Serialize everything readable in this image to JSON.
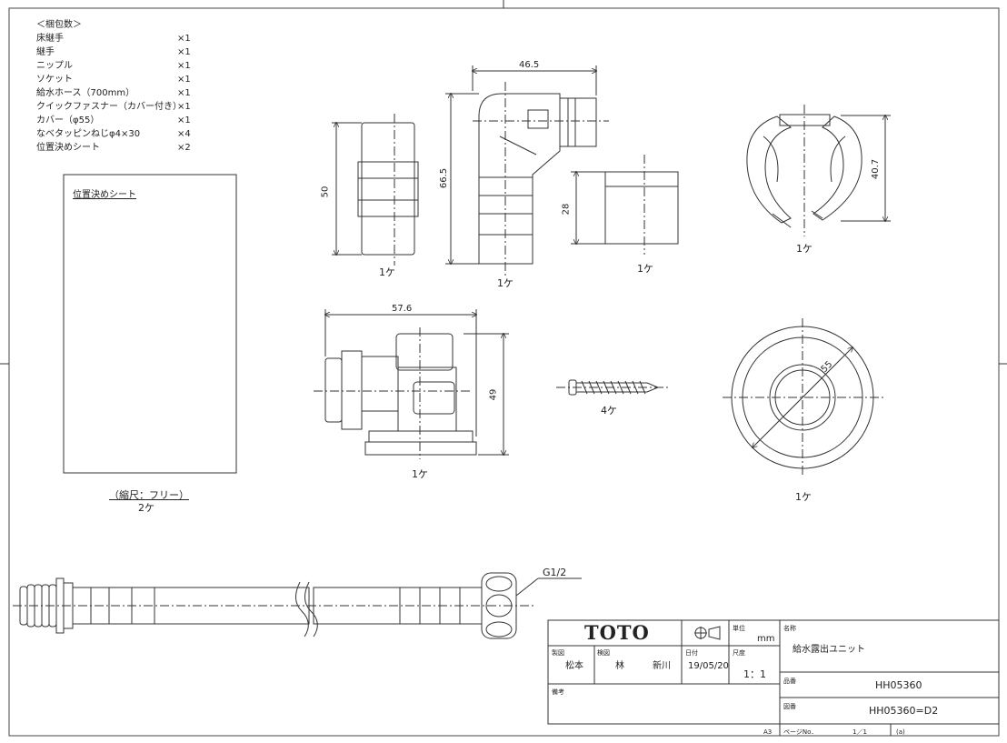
{
  "parts_list": {
    "header": "＜梱包数＞",
    "items": [
      {
        "name": "床継手",
        "qty": "×1"
      },
      {
        "name": "継手",
        "qty": "×1"
      },
      {
        "name": "ニップル",
        "qty": "×1"
      },
      {
        "name": "ソケット",
        "qty": "×1"
      },
      {
        "name": "給水ホース（700mm）",
        "qty": "×1"
      },
      {
        "name": "クイックファスナー（カバー付き）",
        "qty": "×1"
      },
      {
        "name": "カバー（φ55）",
        "qty": "×1"
      },
      {
        "name": "なべタッピンねじφ4×30",
        "qty": "×4"
      },
      {
        "name": "位置決めシート",
        "qty": "×2"
      }
    ]
  },
  "sheet": {
    "title": "位置決めシート",
    "scale_note": "（縮尺：フリー）",
    "qty": "2ケ"
  },
  "dimensions": {
    "nipple_height": "50",
    "elbow_width": "46.5",
    "elbow_height": "66.5",
    "socket_height": "28",
    "fastener_height": "40.7",
    "floor_joint_width": "57.6",
    "floor_joint_height": "49",
    "cover_dia": "55",
    "thread": "G1/2"
  },
  "quantities": {
    "nipple": "1ケ",
    "elbow": "1ケ",
    "socket": "1ケ",
    "fastener": "1ケ",
    "floor_joint": "1ケ",
    "screw": "4ケ",
    "cover": "1ケ"
  },
  "title_block": {
    "logo": "TOTO",
    "unit_label": "単位",
    "unit": "mm",
    "name_label": "名称",
    "name": "給水露出ユニット",
    "design_label": "製図",
    "design": "松本",
    "check_label": "検図",
    "check1": "林",
    "check2": "新川",
    "date_label": "日付",
    "date": "19/05/20",
    "scale_label": "尺度",
    "scale": "1：1",
    "part_no_label": "品番",
    "part_no": "HH05360",
    "drawing_no_label": "図番",
    "drawing_no": "HH05360=D2",
    "remarks_label": "備考",
    "paper": "A3",
    "page_label": "ページNo．",
    "page": "1／1",
    "edition": "(a)"
  }
}
